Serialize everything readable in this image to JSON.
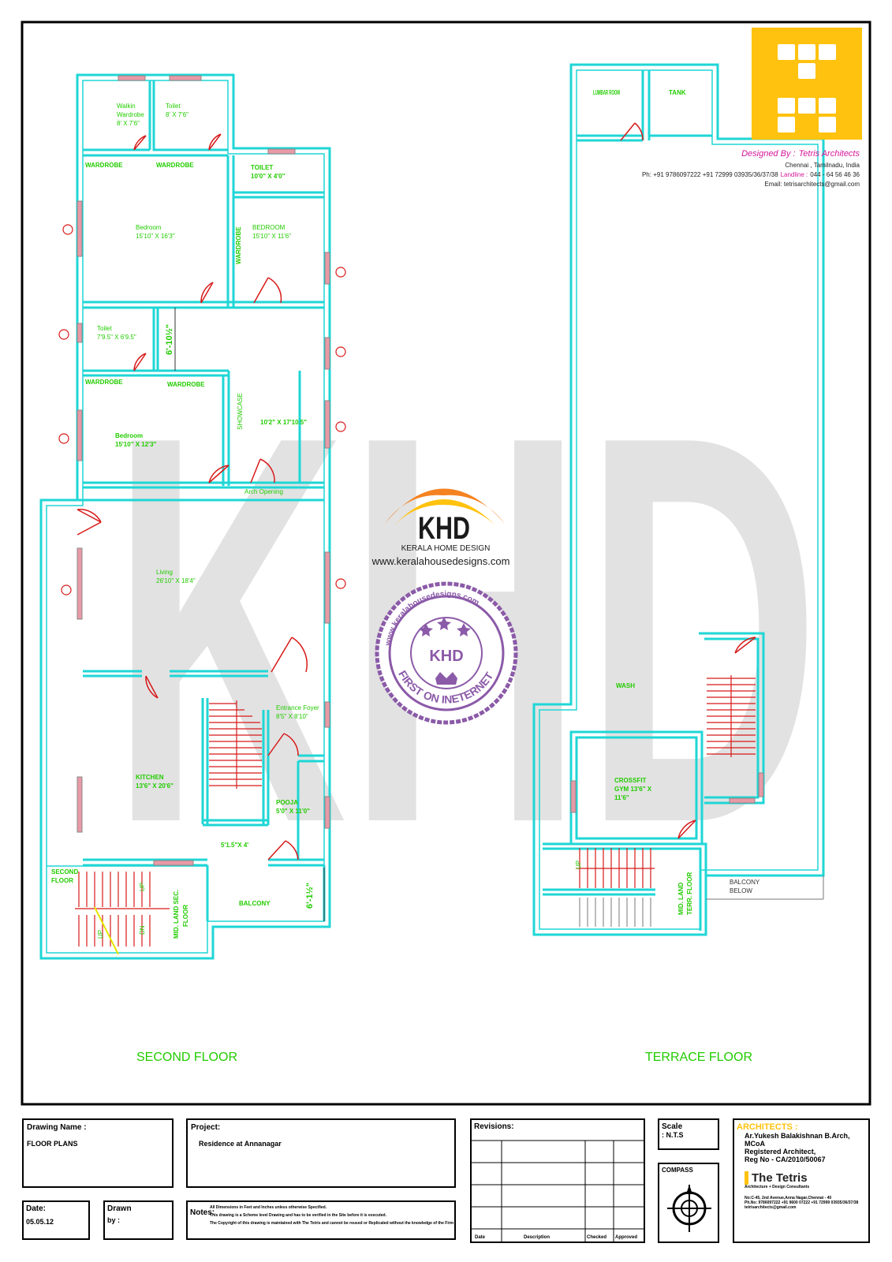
{
  "designer": {
    "designed_by": "Designed By :",
    "firm": "Tetris Architects",
    "city": "Chennai , Tamilnadu, India",
    "phone": "Ph: +91 9786097222 +91 72999 03935/36/37/38",
    "landline_label": "Landline :",
    "landline": "044 - 64 56 46 36",
    "email": "Email: tetrisarchitects@gmail.com"
  },
  "watermark": {
    "logo_text": "KHD",
    "tagline": "KERALA HOME DESIGN",
    "url": "www.keralahousedesigns.com",
    "big_letters": "KHD",
    "stamp_ring": "www.keralahousedesigns.com",
    "stamp_center": "KHD",
    "stamp_bottom": "FIRST ON INETERNET"
  },
  "second_floor": {
    "title": "SECOND FLOOR",
    "rooms": [
      {
        "name": "Walkin Wardrobe",
        "line1": "Walkin",
        "line2": "Wardrobe",
        "dim": "8' X 7'6\""
      },
      {
        "name": "Toilet",
        "line1": "Toilet",
        "dim": "8' X 7'6\""
      },
      {
        "name": "Wardrobe A",
        "line1": "WARDROBE"
      },
      {
        "name": "Wardrobe B",
        "line1": "WARDROBE"
      },
      {
        "name": "Toilet 2",
        "line1": "TOILET",
        "dim": "10'0\" X 4'0\""
      },
      {
        "name": "Bedroom",
        "line1": "Bedroom",
        "dim": "15'10\" X 16'3\""
      },
      {
        "name": "Bedroom 2",
        "line1": "BEDROOM",
        "dim": "15'10\" X 11'6\""
      },
      {
        "name": "Wardrobe C",
        "line1": "WARDROBE"
      },
      {
        "name": "Toilet 3",
        "line1": "Toilet",
        "dim": "7'9.5\" X 6'9.5\""
      },
      {
        "name": "Wardrobe D",
        "line1": "WARDROBE"
      },
      {
        "name": "Wardrobe E",
        "line1": "WARDROBE"
      },
      {
        "name": "Bedroom 3",
        "line1": "Bedroom",
        "dim": "15'10\" X 12'3\""
      },
      {
        "name": "Showcase",
        "line1": "SHOWCASE"
      },
      {
        "name": "Hall",
        "line1": "10'2\" X 17'10.5\""
      },
      {
        "name": "Arch",
        "line1": "Arch Opening"
      },
      {
        "name": "Living",
        "line1": "Living",
        "dim": "26'10\" X 18'4\""
      },
      {
        "name": "Foyer",
        "line1": "Entrance Foyer",
        "dim": "8'5\" X 8'10\""
      },
      {
        "name": "Kitchen",
        "line1": "KITCHEN",
        "dim": "13'6\" X 20'6\""
      },
      {
        "name": "Pooja",
        "line1": "POOJA",
        "dim": "5'0\" X 11'0\""
      },
      {
        "name": "Store",
        "line1": "5'1.5\"X 4'"
      },
      {
        "name": "Balcony",
        "line1": "BALCONY"
      },
      {
        "name": "Second floor stair",
        "line1": "SECOND",
        "line2": "FLOOR"
      },
      {
        "name": "Mid land",
        "line1": "MID. LAND SEC.",
        "line2": "FLOOR"
      }
    ],
    "dim_a": "6'-10½\"",
    "dim_b": "6'-1½\"",
    "stair_up": "UP",
    "stair_dn": "DN"
  },
  "terrace_floor": {
    "title": "TERRACE FLOOR",
    "lumber": "LUMBAR ROOM",
    "tank": "TANK",
    "wash": "WASH",
    "gym": [
      "CROSSFIT",
      "GYM 13'6\" X",
      "11'6\""
    ],
    "midland": [
      "MID. LAND",
      "TERR. FLOOR"
    ],
    "balcony": [
      "BALCONY",
      "BELOW"
    ],
    "up": "UP"
  },
  "title_block": {
    "drawing_name_label": "Drawing Name :",
    "drawing_name": "FLOOR PLANS",
    "project_label": "Project:",
    "project": "Residence at Annanagar",
    "revisions_label": "Revisions:",
    "rev_cols": [
      "Date",
      "Description",
      "Checked",
      "Approved"
    ],
    "scale_label": "Scale",
    "scale": ": N.T.S",
    "compass_label": "COMPASS",
    "architects_label": "ARCHITECTS :",
    "architect_lines": [
      "Ar.Yukesh Balakishnan B.Arch, MCoA",
      "Registered Architect,",
      "Reg No - CA/2010/50067"
    ],
    "firm_logo": "The Tetris",
    "firm_sub": "Architecture + Design Consultants",
    "firm_addr": [
      "No:C-45, 2nd Avenue,Anna Nagar,Chennai - 40",
      "Ph.No: 9786097222 +91 9600 07222 +91 72999 03935/36/37/38",
      "tetrisarchitects@gmail.com"
    ],
    "date_label": "Date:",
    "date": "05.05.12",
    "drawn_label": "Drawn",
    "drawn_by": "by :",
    "notes_label": "Notes:",
    "notes": [
      "All Dimensions in Feet and Inches unless otherwise Specified.",
      "This drawing is a Scheme level Drawing and has to be verified in the Site before it is executed.",
      "The Copyright of this drawing is maintained with The Tetris and cannot be reused or Replicated without the knowledge of the Firm"
    ]
  },
  "colors": {
    "wall": "#1fd6d6",
    "label": "#22cc00",
    "stair": "#d71919",
    "logo_bg": "#ffc20e",
    "magenta": "#d4179b",
    "stamp": "#8b5aa8"
  }
}
